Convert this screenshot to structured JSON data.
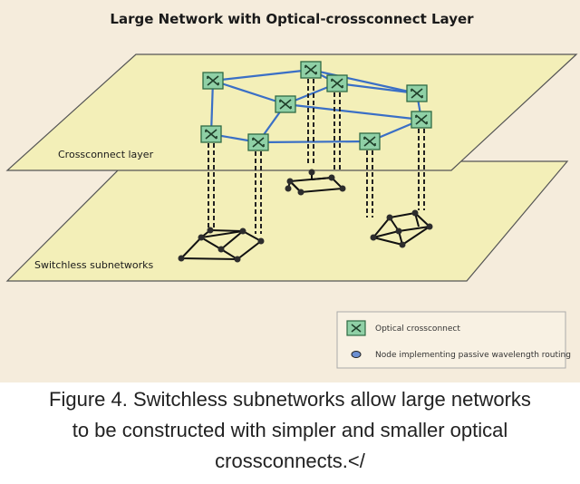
{
  "figure": {
    "title": "Large Network with Optical-crossconnect Layer",
    "upper_plane_label": "Crossconnect layer",
    "lower_plane_label": "Switchless subnetworks",
    "legend": {
      "crossconnect_label": "Optical crossconnect",
      "node_label": "Node implementing passive wavelength routing"
    },
    "colors": {
      "background": "#f5ecdc",
      "plane_fill": "#f3efb8",
      "link_blue": "#3a6fc6",
      "crossconnect_fill": "#8fd0a6",
      "node_fill": "#2d2d2d"
    }
  },
  "caption": {
    "line1": "Figure 4. Switchless subnetworks allow large networks",
    "line2": "to be constructed with simpler and smaller optical",
    "line3": "crossconnects.</"
  }
}
